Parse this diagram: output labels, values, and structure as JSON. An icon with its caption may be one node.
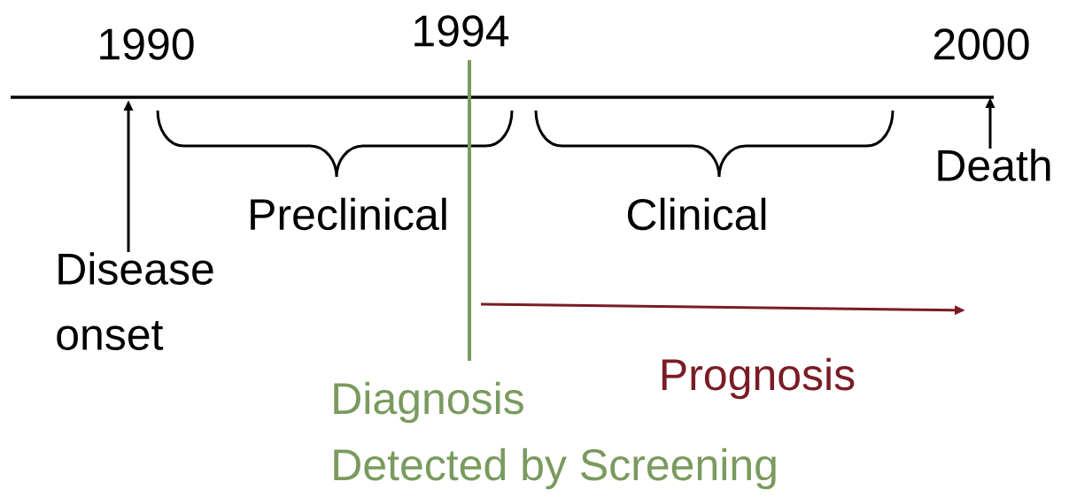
{
  "diagram": {
    "nodes": [
      {
        "text": [
          "Disease onset"
        ]
      },
      {
        "text": [
          "Death"
        ]
      }
    ],
    "edges": [
      {
        "from": 0,
        "to": null,
        "arrow": "to"
      },
      {
        "from": 1,
        "to": null,
        "arrow": "to"
      }
    ],
    "labels": [
      "1994",
      "1990",
      "2000",
      "Preclinical",
      "Clinical",
      "Prognosis",
      "Diagnosis",
      "Detected by Screening"
    ]
  }
}
